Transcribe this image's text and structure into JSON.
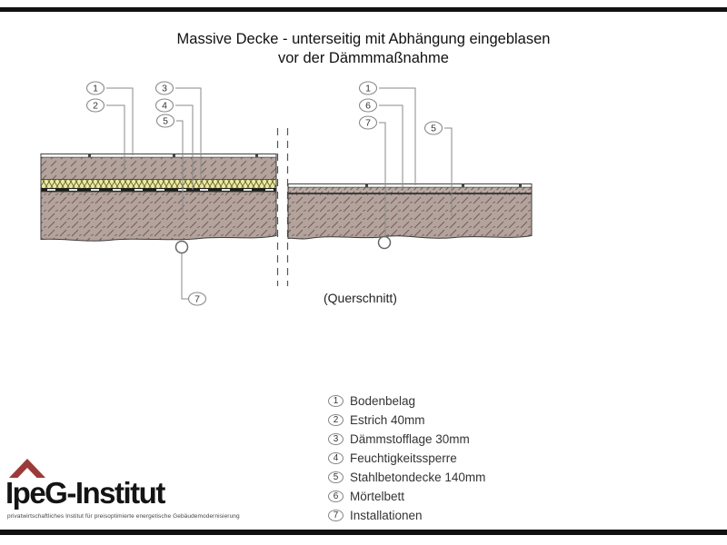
{
  "page": {
    "title_line1": "Massive Decke - unterseitig mit Abhängung eingeblasen",
    "title_line2": "vor der Dämmmaßnahme",
    "section_label": "(Querschnitt)"
  },
  "callouts": {
    "left": [
      "1",
      "2",
      "3",
      "4",
      "5",
      "7"
    ],
    "right": [
      "1",
      "6",
      "7",
      "5"
    ]
  },
  "legend": {
    "items": [
      {
        "num": "1",
        "label": "Bodenbelag"
      },
      {
        "num": "2",
        "label": "Estrich 40mm"
      },
      {
        "num": "3",
        "label": "Dämmstofflage 30mm"
      },
      {
        "num": "4",
        "label": "Feuchtigkeitssperre"
      },
      {
        "num": "5",
        "label": "Stahlbetondecke 140mm"
      },
      {
        "num": "6",
        "label": "Mörtelbett"
      },
      {
        "num": "7",
        "label": "Installationen"
      }
    ]
  },
  "logo": {
    "name": "IpeG-Institut",
    "tagline": "privatwirtschaftliches Institut für preisoptimierte energetische Gebäudemodernisierung"
  },
  "colors": {
    "screed_fill": "#b3a39c",
    "hatch_stroke": "#6e5c54",
    "insulation_fill": "#ece9a0",
    "membrane_black": "#1d1d1d",
    "leader_gray": "#8a8a8a",
    "logo_red": "#9c3a3a",
    "frame_bar": "#111111"
  }
}
